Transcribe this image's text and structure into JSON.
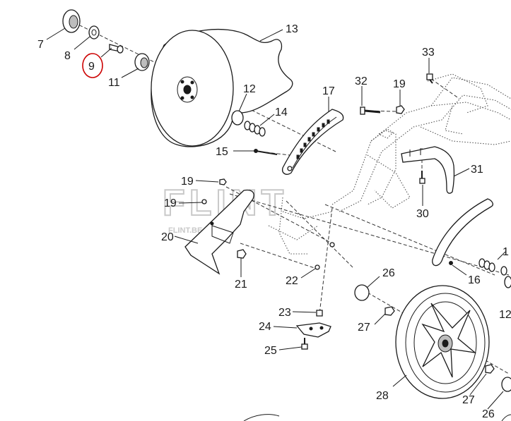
{
  "watermark": {
    "brand": "FLINT",
    "domain": "FLINT.BE"
  },
  "highlight_color": "#cc0000",
  "highlighted_callout": "9",
  "callouts": {
    "c7": "7",
    "c8": "8",
    "c9": "9",
    "c11": "11",
    "c13": "13",
    "c12a": "12",
    "c14": "14",
    "c15": "15",
    "c17": "17",
    "c32": "32",
    "c19a": "19",
    "c33": "33",
    "c31": "31",
    "c30": "30",
    "c19b": "19",
    "c19c": "19",
    "c20": "20",
    "c21": "21",
    "c22": "22",
    "c26a": "26",
    "c23": "23",
    "c24": "24",
    "c25": "25",
    "c27a": "27",
    "c28": "28",
    "c27b": "27",
    "c26b": "26",
    "c16": "16",
    "c12b": "12",
    "c18": "1"
  }
}
